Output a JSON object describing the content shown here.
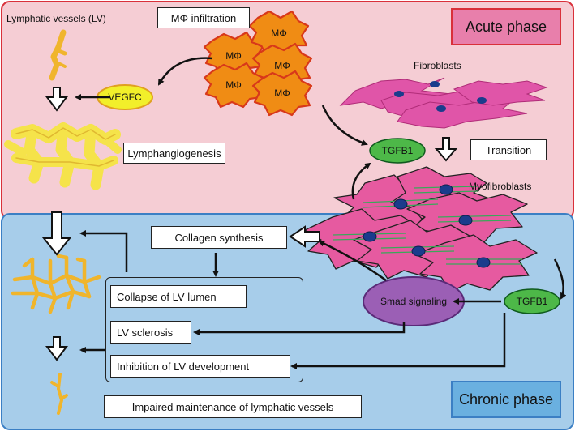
{
  "phases": {
    "acute": {
      "label": "Acute phase",
      "bg": "#f5cdd4",
      "border": "#d9303a"
    },
    "chronic": {
      "label": "Chronic phase",
      "bg": "#a7cdea",
      "border": "#3b7fc4"
    }
  },
  "labels": {
    "lymphatic_vessels": "Lymphatic vessels (LV)",
    "macrophage_infiltration": "MΦ infiltration",
    "macrophage_cell": "MΦ",
    "fibroblasts": "Fibroblasts",
    "myofibroblasts": "Myofibroblasts",
    "vegfc": "VEGFC",
    "tgfb1_acute": "TGFB1",
    "tgfb1_chronic": "TGFB1",
    "transition": "Transition",
    "lymphangiogenesis": "Lymphangiogenesis",
    "collagen_synthesis": "Collagen synthesis",
    "collapse": "Collapse of LV lumen",
    "sclerosis": "LV sclerosis",
    "inhibition": "Inhibition of LV development",
    "smad": "Smad signaling",
    "impaired": "Impaired maintenance of lymphatic vessels"
  },
  "colors": {
    "lymph_vessel": "#f0b52c",
    "lymph_outline": "#e0a020",
    "macrophage": "#f08c14",
    "macrophage_outline": "#d8381a",
    "fibroblast": "#e055a8",
    "myofibroblast": "#e65aa0",
    "nucleus": "#1a3c8c",
    "vegfc_fill": "#f2ef2a",
    "tgfb1_fill": "#4db848",
    "smad_fill": "#9b5fb5"
  },
  "icons": [
    "arrow-icon",
    "block-arrow-icon"
  ]
}
